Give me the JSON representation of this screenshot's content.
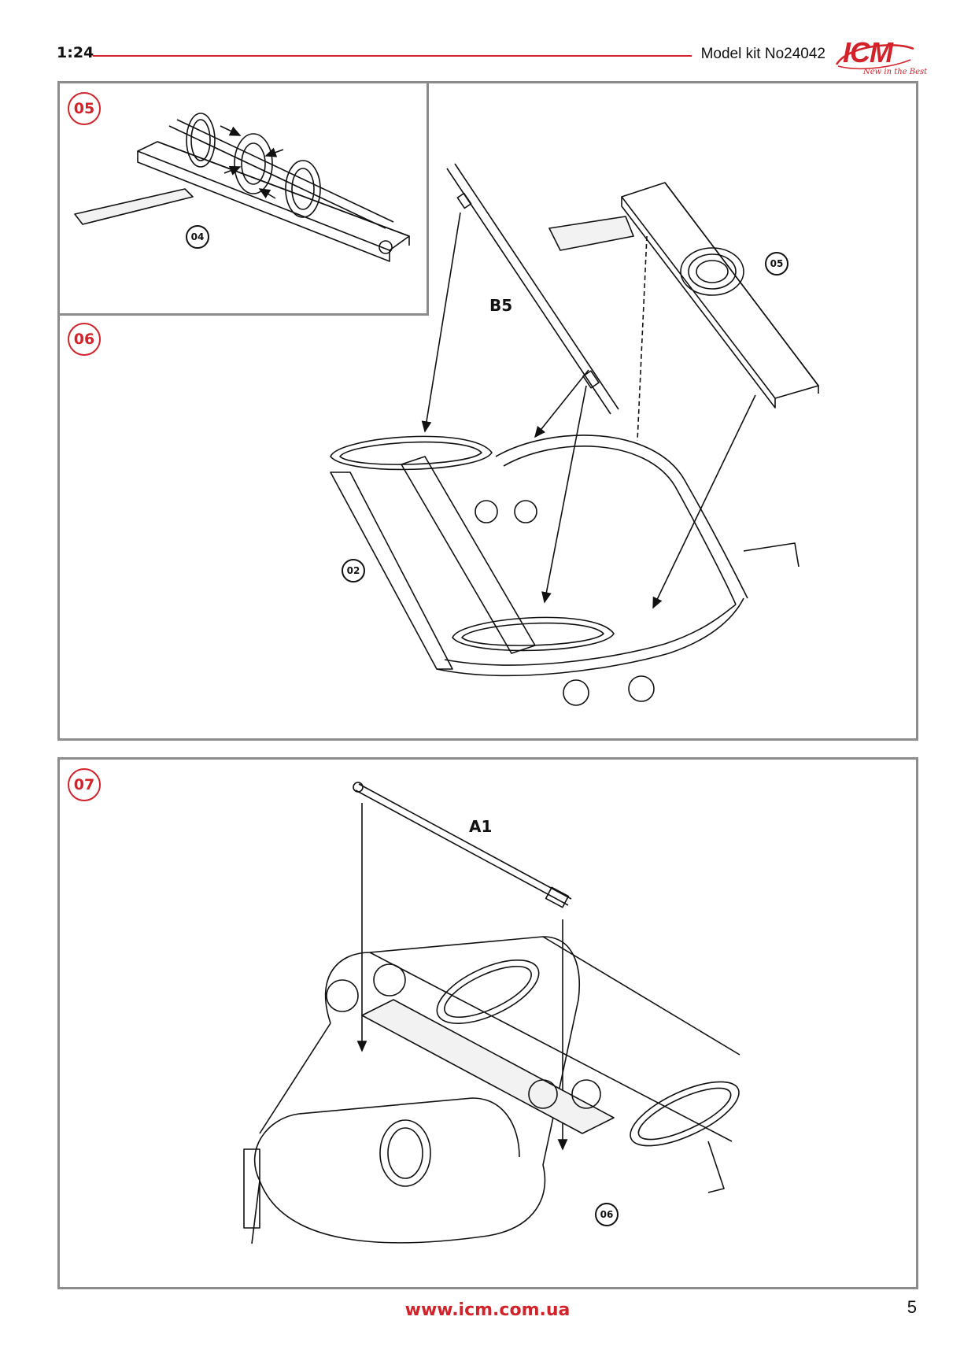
{
  "header": {
    "scale": "1:24",
    "kit": "Model kit No24042",
    "logo_text": "ICM",
    "logo_tagline": "New in the Best"
  },
  "steps": {
    "s05": {
      "number": "05",
      "ref_part": "04"
    },
    "s06": {
      "number": "06",
      "part_label": "B5",
      "ref_a": "05",
      "ref_b": "02"
    },
    "s07": {
      "number": "07",
      "part_label": "A1",
      "ref_a": "06"
    }
  },
  "footer": {
    "url": "www.icm.com.ua",
    "page": "5"
  },
  "colors": {
    "accent": "#d2232a",
    "frame": "#8c8c8c",
    "line": "#111111"
  }
}
